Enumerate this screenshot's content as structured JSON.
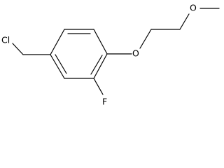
{
  "diagram": {
    "type": "chemical-structure",
    "stroke_color": "#000000",
    "background_color": "#ffffff",
    "atom_labels": {
      "chlorine": "Cl",
      "ether_oxygen": "O",
      "methoxy_oxygen": "O",
      "fluorine": "F"
    }
  }
}
